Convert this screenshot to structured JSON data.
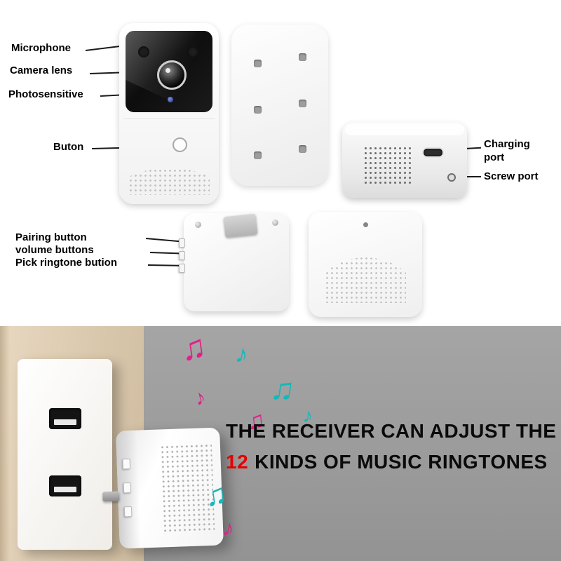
{
  "annotations": {
    "microphone": "Microphone",
    "camera_lens": "Camera lens",
    "photosensitive": "Photosensitive",
    "button": "Buton",
    "charging_port": "Charging port",
    "screw_port": "Screw port",
    "pairing_button": "Pairing button",
    "volume_buttons": "volume buttons",
    "ringtone_button": "Pick ringtone bution"
  },
  "headline": {
    "line1": "THE RECEIVER CAN ADJUST THE",
    "line2_number": "12",
    "line2_text": "KINDS OF MUSIC RINGTONES"
  },
  "music_notes": [
    {
      "glyph": "♫",
      "color": "pink"
    },
    {
      "glyph": "♪",
      "color": "teal"
    },
    {
      "glyph": "♪",
      "color": "pink"
    },
    {
      "glyph": "♫",
      "color": "teal"
    },
    {
      "glyph": "♫",
      "color": "pink"
    },
    {
      "glyph": "♪",
      "color": "teal"
    },
    {
      "glyph": "♫",
      "color": "teal"
    },
    {
      "glyph": "♪",
      "color": "pink"
    }
  ],
  "colors": {
    "headline_number_red": "#e60000",
    "note_pink": "#e0218a",
    "note_teal": "#14b8b8",
    "wall_beige": "#d8c6ab",
    "background_gray": "#9b9b9b"
  }
}
